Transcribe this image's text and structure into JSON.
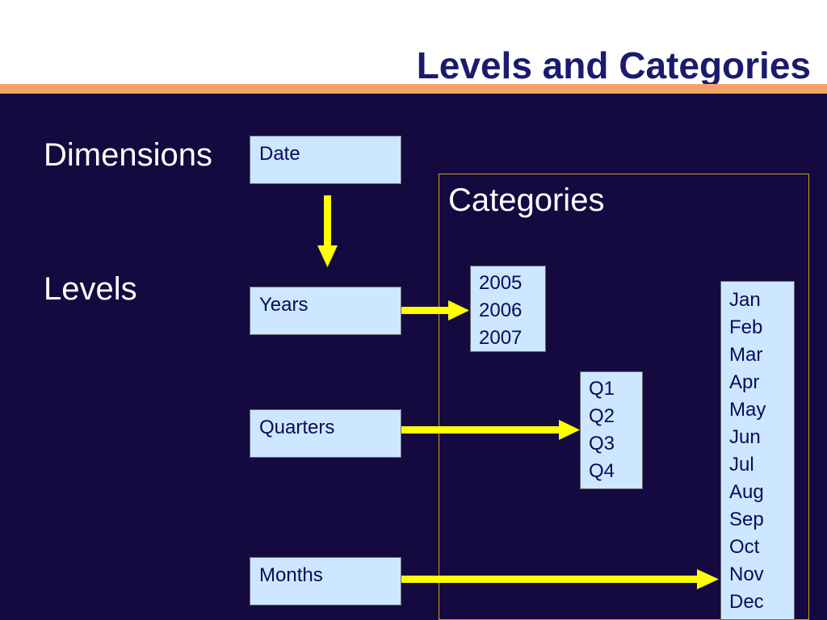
{
  "title": "Levels and Categories",
  "labels": {
    "dimensions": "Dimensions",
    "levels": "Levels",
    "categories": "Categories"
  },
  "boxes": {
    "date": "Date",
    "years": "Years",
    "quarters": "Quarters",
    "months": "Months"
  },
  "categories": {
    "years": [
      "2005",
      "2006",
      "2007"
    ],
    "quarters": [
      "Q1",
      "Q2",
      "Q3",
      "Q4"
    ],
    "months": [
      "Jan",
      "Feb",
      "Mar",
      "Apr",
      "May",
      "Jun",
      "Jul",
      "Aug",
      "Sep",
      "Oct",
      "Nov",
      "Dec"
    ]
  },
  "colors": {
    "background": "#140a40",
    "accent": "#f7a16a",
    "title": "#1a1a6e",
    "box_fill": "#cce7ff",
    "arrow": "#ffff00",
    "frame": "#c9a227"
  }
}
